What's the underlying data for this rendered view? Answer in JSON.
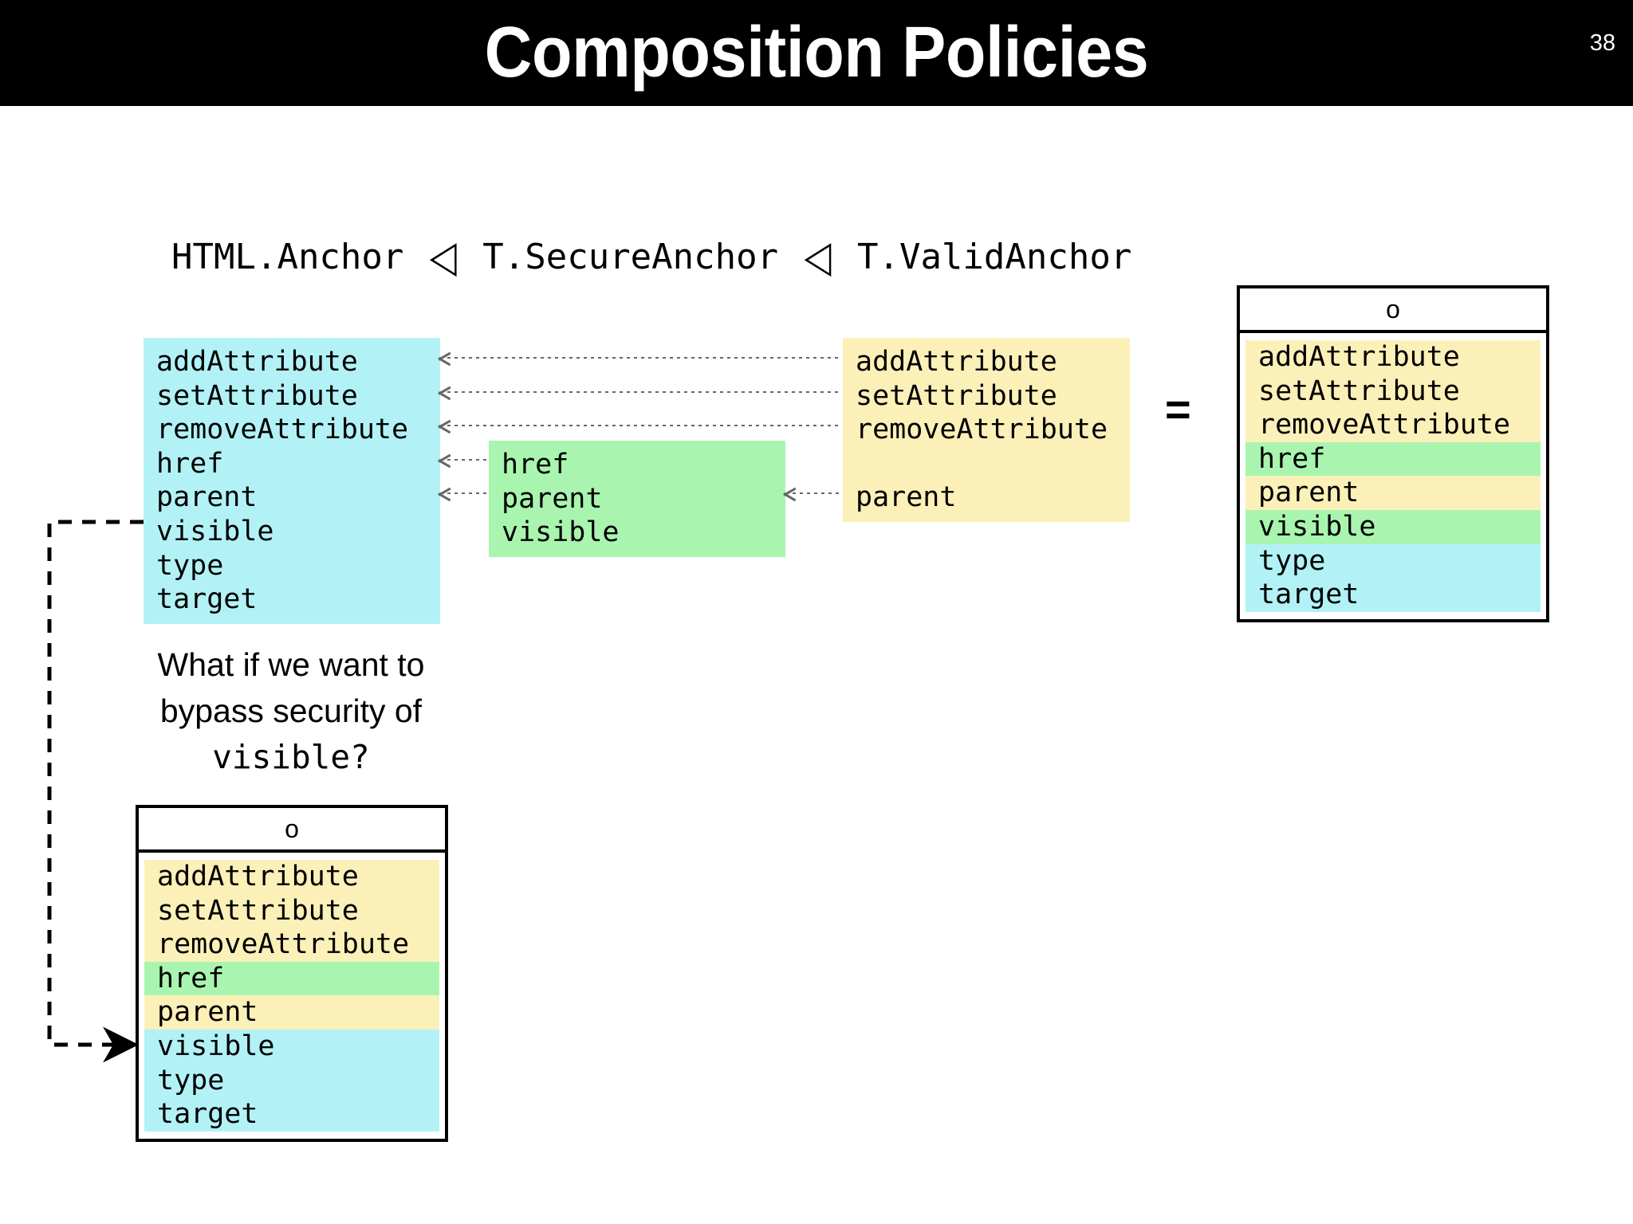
{
  "header": {
    "title": "Composition Policies",
    "page_number": "38"
  },
  "formula": {
    "left": "HTML.Anchor",
    "op1": "◁",
    "middle": "T.SecureAnchor",
    "op2": "◁",
    "right": "T.ValidAnchor",
    "equals": "="
  },
  "colors": {
    "blue": "#b2f2f7",
    "green": "#a9f5b0",
    "yellow": "#fcf0b9",
    "arrow_gray": "#676767",
    "black": "#000000",
    "title_bg": "#000000",
    "title_fg": "#ffffff"
  },
  "boxes": {
    "anchor": {
      "name": "HTML.Anchor",
      "color": "blue",
      "items": [
        "addAttribute",
        "setAttribute",
        "removeAttribute",
        "href",
        "parent",
        "visible",
        "type",
        "target"
      ]
    },
    "secure": {
      "name": "T.SecureAnchor",
      "color": "green",
      "items": [
        "href",
        "parent",
        "visible"
      ]
    },
    "valid": {
      "name": "T.ValidAnchor",
      "color": "yellow",
      "items": [
        "addAttribute",
        "setAttribute",
        "removeAttribute",
        "",
        "parent"
      ]
    }
  },
  "result_top": {
    "header": "o",
    "rows": [
      {
        "label": "addAttribute",
        "color": "yellow"
      },
      {
        "label": "setAttribute",
        "color": "yellow"
      },
      {
        "label": "removeAttribute",
        "color": "yellow"
      },
      {
        "label": "href",
        "color": "green"
      },
      {
        "label": "parent",
        "color": "yellow"
      },
      {
        "label": "visible",
        "color": "green"
      },
      {
        "label": "type",
        "color": "blue"
      },
      {
        "label": "target",
        "color": "blue"
      }
    ]
  },
  "result_bottom": {
    "header": "o",
    "rows": [
      {
        "label": "addAttribute",
        "color": "yellow"
      },
      {
        "label": "setAttribute",
        "color": "yellow"
      },
      {
        "label": "removeAttribute",
        "color": "yellow"
      },
      {
        "label": "href",
        "color": "green"
      },
      {
        "label": "parent",
        "color": "yellow"
      },
      {
        "label": "visible",
        "color": "blue"
      },
      {
        "label": "type",
        "color": "blue"
      },
      {
        "label": "target",
        "color": "blue"
      }
    ]
  },
  "question": {
    "line1": "What if we want to",
    "line2": "bypass security of",
    "line3": "visible?"
  }
}
